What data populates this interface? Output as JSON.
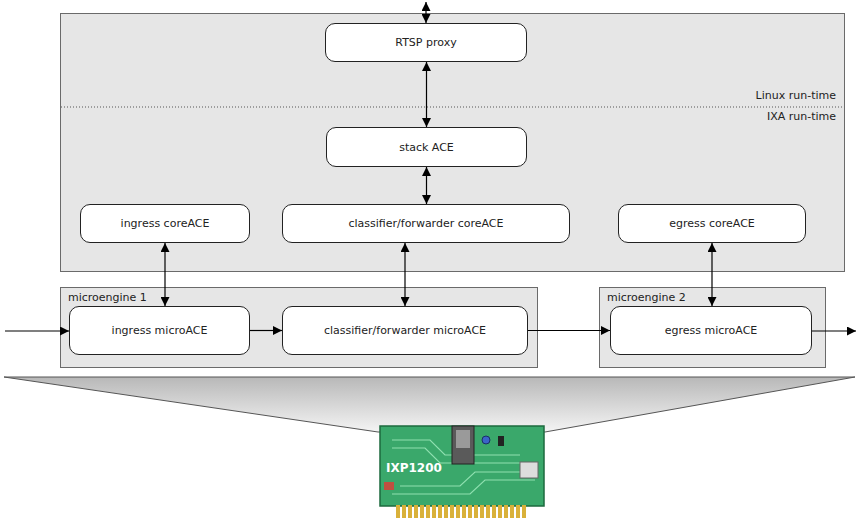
{
  "diagram": {
    "nodes": [
      {
        "text": [
          "Linux run-time",
          "IXA run-time"
        ]
      },
      {
        "text": [
          "RTSP proxy"
        ],
        "in": 0
      },
      {
        "text": [
          "stack ACE"
        ],
        "in": 0
      },
      {
        "text": [
          "ingress coreACE"
        ],
        "in": 0
      },
      {
        "text": [
          "classifier/forwarder coreACE"
        ],
        "in": 0
      },
      {
        "text": [
          "egress coreACE"
        ],
        "in": 0
      },
      {
        "text": [
          "microengine 1"
        ]
      },
      {
        "text": [
          "ingress microACE"
        ],
        "in": 6
      },
      {
        "text": [
          "classifier/forwarder microACE"
        ],
        "in": 6
      },
      {
        "text": [
          "microengine 2"
        ]
      },
      {
        "text": [
          "egress microACE"
        ],
        "in": 9
      }
    ],
    "edges": [
      {
        "from": 1,
        "to": 2,
        "arrow": "both"
      },
      {
        "from": 2,
        "to": 4,
        "arrow": "both"
      },
      {
        "from": 3,
        "to": 7,
        "arrow": "both"
      },
      {
        "from": 4,
        "to": 8,
        "arrow": "both"
      },
      {
        "from": 5,
        "to": 10,
        "arrow": "both"
      },
      {
        "from": 7,
        "to": 8,
        "arrow": "to"
      },
      {
        "from": 8,
        "to": 10,
        "arrow": "to"
      }
    ],
    "labels": [
      "IXP1200"
    ]
  }
}
